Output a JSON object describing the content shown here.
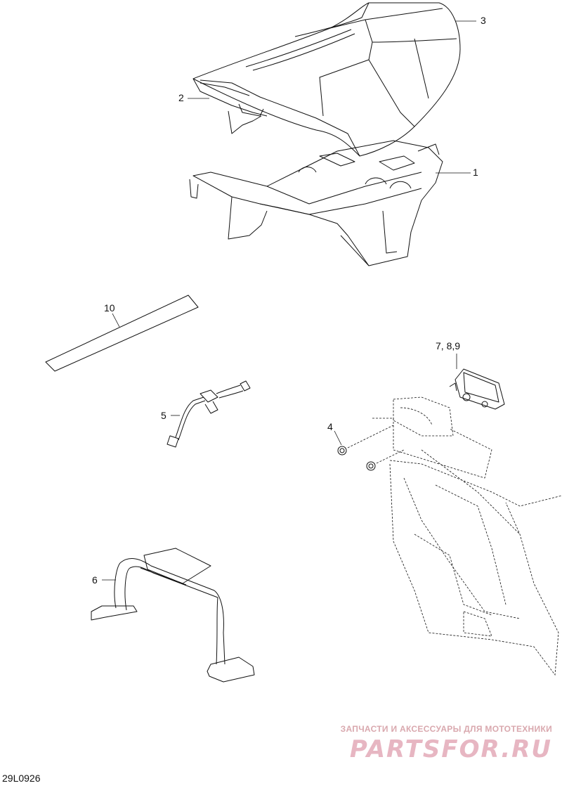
{
  "diagram": {
    "document_id": "29L0926",
    "callouts": [
      {
        "id": "c1",
        "text": "1"
      },
      {
        "id": "c2",
        "text": "2"
      },
      {
        "id": "c3",
        "text": "3"
      },
      {
        "id": "c4",
        "text": "4"
      },
      {
        "id": "c5",
        "text": "5"
      },
      {
        "id": "c6",
        "text": "6"
      },
      {
        "id": "c789",
        "text": "7, 8,9"
      },
      {
        "id": "c10",
        "text": "10"
      }
    ]
  },
  "watermark": {
    "tagline": "ЗАПЧАСТИ И АКСЕССУАРЫ ДЛЯ МОТОТЕХНИКИ",
    "logo": "PARTSFOR.RU"
  }
}
